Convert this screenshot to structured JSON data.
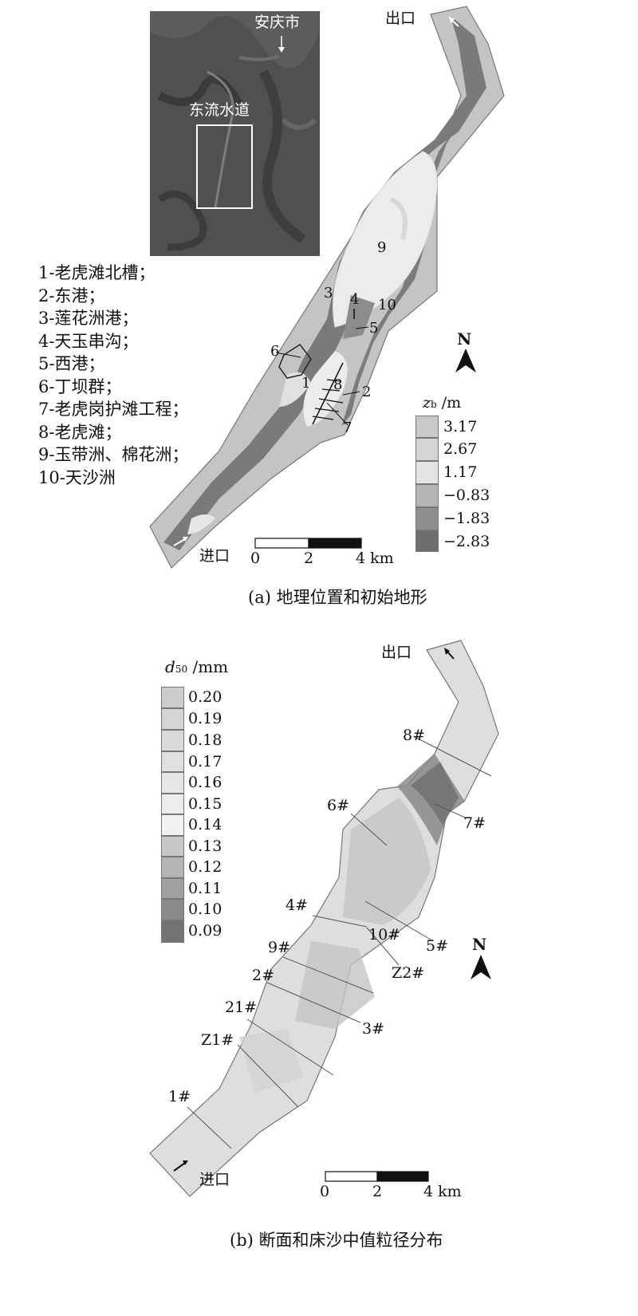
{
  "panel_a": {
    "inset": {
      "city": "安庆市",
      "channel": "东流水道"
    },
    "outlet": "出口",
    "inlet": "进口",
    "legend_items": [
      "1-老虎滩北槽；",
      "2-东港；",
      "3-莲花洲港；",
      "4-天玉串沟；",
      "5-西港；",
      "6-丁坝群；",
      "7-老虎岗护滩工程；",
      "8-老虎滩；",
      "9-玉带洲、棉花洲；",
      "10-天沙洲"
    ],
    "map_numbers": [
      "1",
      "2",
      "3",
      "4",
      "5",
      "6",
      "7",
      "8",
      "9",
      "10"
    ],
    "north": "N",
    "elevation_legend": {
      "title_var": "z",
      "title_sub": "b",
      "title_unit": " /m",
      "levels": [
        "3.17",
        "2.67",
        "1.17",
        "−0.83",
        "−1.83",
        "−2.83"
      ],
      "colors": [
        "#c9c9c9",
        "#d5d5d5",
        "#e4e4e4",
        "#b4b4b4",
        "#8f8f8f",
        "#6e6e6e"
      ]
    },
    "scale": {
      "t0": "0",
      "t1": "2",
      "t2": "4 km"
    },
    "caption": "(a) 地理位置和初始地形"
  },
  "panel_b": {
    "outlet": "出口",
    "inlet": "进口",
    "north": "N",
    "d50_legend": {
      "title_var": "d",
      "title_sub": "50",
      "title_unit": " /mm",
      "levels": [
        "0.20",
        "0.19",
        "0.18",
        "0.17",
        "0.16",
        "0.15",
        "0.14",
        "0.13",
        "0.12",
        "0.11",
        "0.10",
        "0.09"
      ],
      "colors": [
        "#cdcdcd",
        "#d5d5d5",
        "#dadada",
        "#e0e0e0",
        "#e6e6e6",
        "#ececec",
        "#f1f1f1",
        "#c8c8c8",
        "#b4b4b4",
        "#a0a0a0",
        "#8a8a8a",
        "#737373"
      ]
    },
    "sections": [
      "8#",
      "7#",
      "6#",
      "4#",
      "10#",
      "5#",
      "9#",
      "Z2#",
      "2#",
      "3#",
      "21#",
      "Z1#",
      "1#"
    ],
    "scale": {
      "t0": "0",
      "t1": "2",
      "t2": "4 km"
    },
    "caption": "(b) 断面和床沙中值粒径分布"
  },
  "colors": {
    "river_bg": "#c4c4c4",
    "channel": "#7a7a7a",
    "bar": "#ececec",
    "inset": "#4f4f4f",
    "reach_b": "#dedede"
  }
}
